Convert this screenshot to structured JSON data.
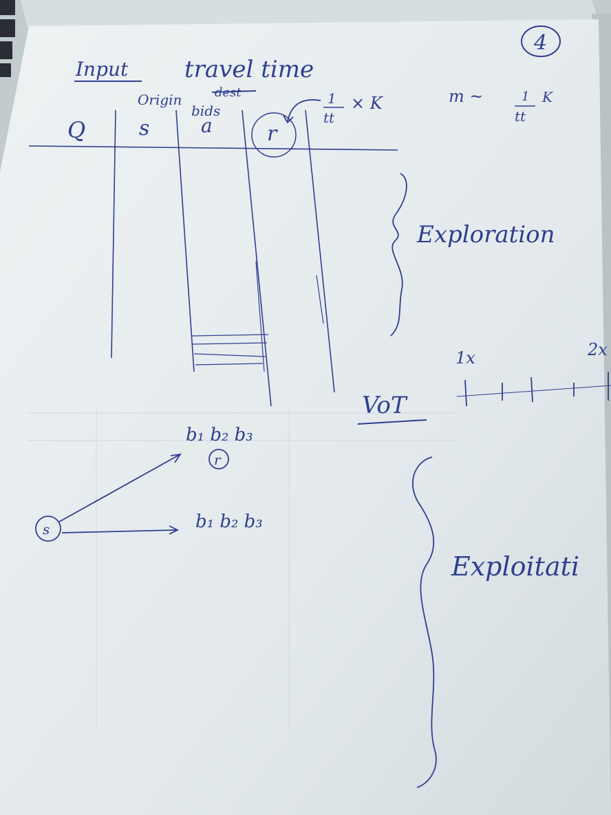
{
  "page": {
    "page_number": "4",
    "header": {
      "input_label": "Input",
      "title": "travel time"
    },
    "columns": {
      "q": "Q",
      "s": "s",
      "a": "a",
      "r": "r",
      "annot_origin": "Origin",
      "annot_struck": "dest",
      "annot_bids": "bids"
    },
    "formula_left": {
      "num": "1",
      "den": "tt",
      "tail": "× K"
    },
    "formula_right": {
      "lead": "m ~",
      "num": "1",
      "den": "tt",
      "tail": "K"
    },
    "exploration": "Exploration",
    "vot": {
      "label": "VoT",
      "tick_left": "1x",
      "tick_right": "2x"
    },
    "graph": {
      "source": "s",
      "target": "r",
      "upper_bids": "b₁ b₂ b₃",
      "lower_bids": "b₁ b₂ b₃"
    },
    "exploitation": "Exploitati"
  },
  "colors": {
    "ink": "#2f3f8f",
    "paper": "#e6ecef",
    "background": "#c9d3d5"
  }
}
